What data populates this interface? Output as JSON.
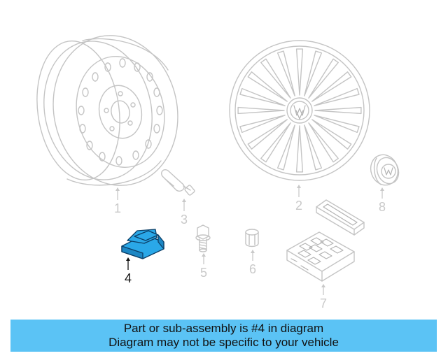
{
  "parts": [
    {
      "number": "1",
      "name": "steel-wheel"
    },
    {
      "number": "2",
      "name": "wheel-cover"
    },
    {
      "number": "3",
      "name": "valve-stem"
    },
    {
      "number": "4",
      "name": "tpms-sensor",
      "highlighted": true
    },
    {
      "number": "5",
      "name": "wheel-bolt"
    },
    {
      "number": "6",
      "name": "lock-nut"
    },
    {
      "number": "7",
      "name": "wheel-lock-kit"
    },
    {
      "number": "8",
      "name": "center-cap"
    }
  ],
  "colors": {
    "highlight_fill": "#2aa8e8",
    "highlight_stroke": "#0b3e66",
    "banner_background": "#5bc3f5",
    "line_art": "#c4c4c4"
  },
  "banner": {
    "line1": "Part or sub-assembly is #4 in diagram",
    "line2": "Diagram may not be specific to your vehicle"
  }
}
